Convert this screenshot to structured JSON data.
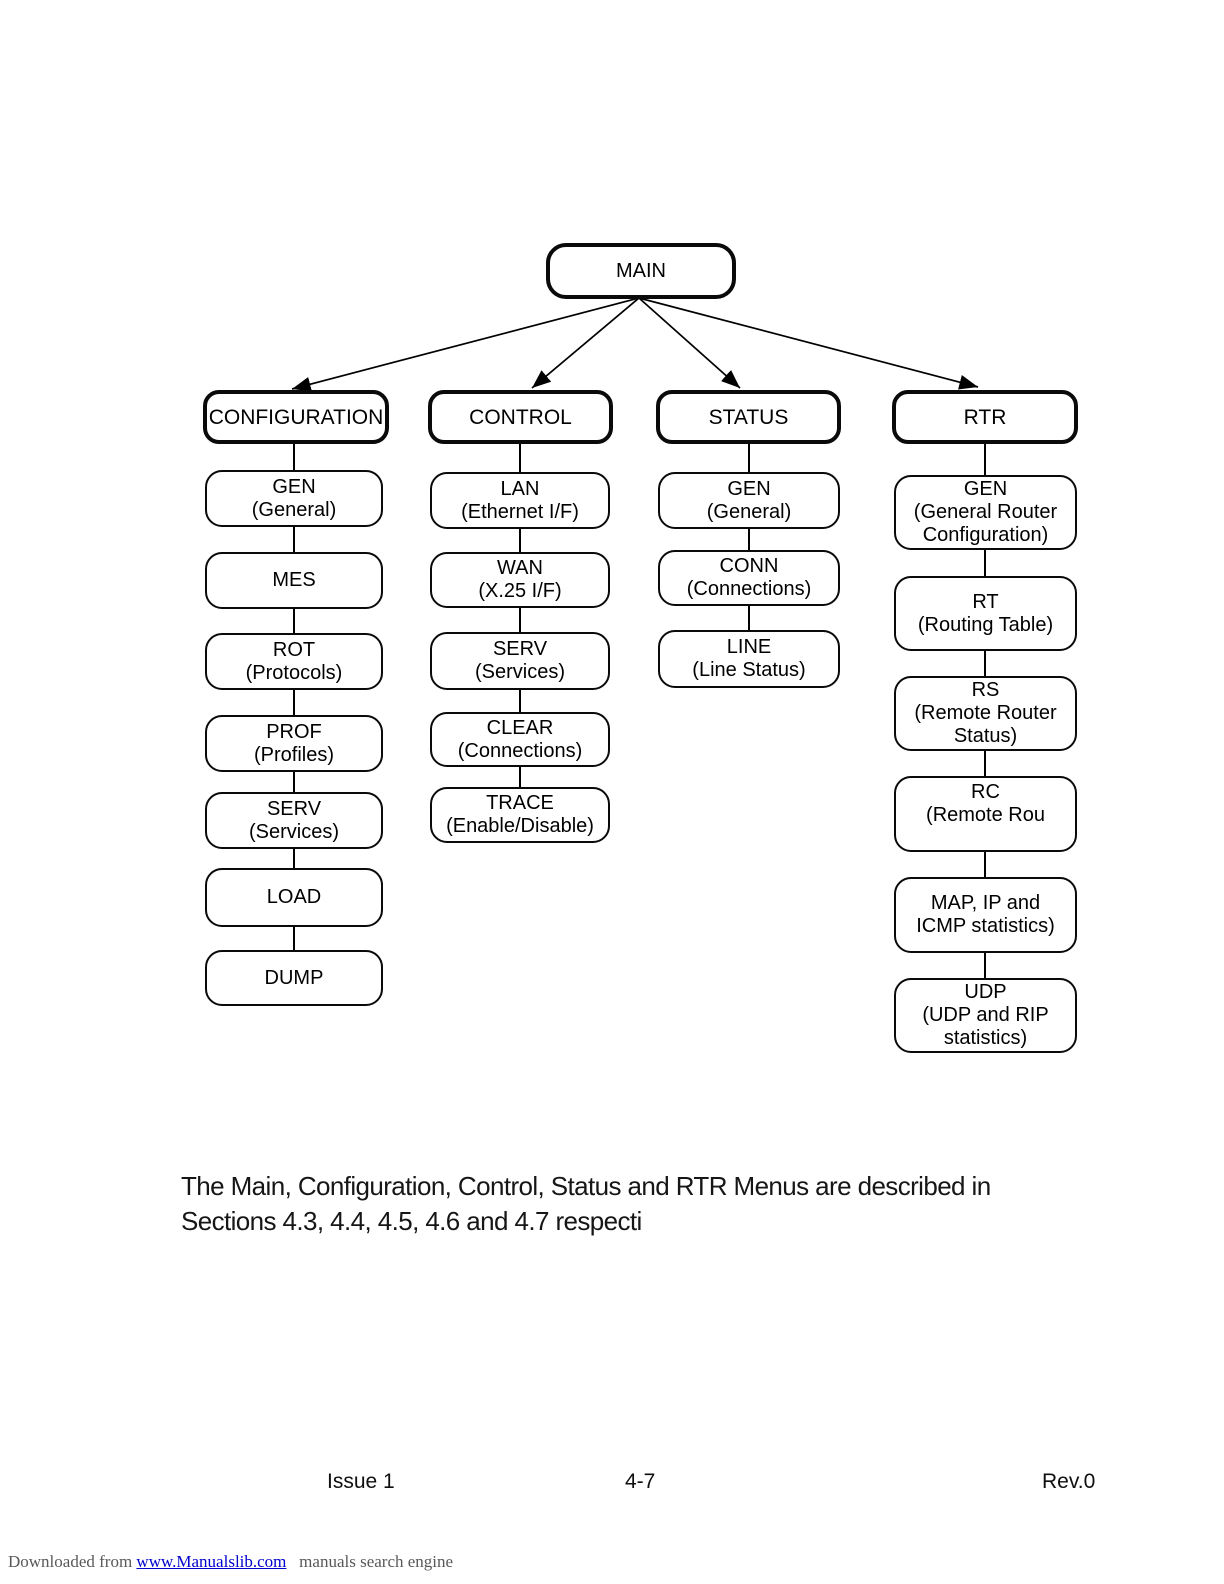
{
  "diagram": {
    "root": {
      "label": "MAIN"
    },
    "columns": [
      {
        "header": "CONFIGURATION",
        "items": [
          {
            "label": "GEN",
            "sublabel": "(General)"
          },
          {
            "label": "MES",
            "sublabel": ""
          },
          {
            "label": "ROT",
            "sublabel": "(Protocols)"
          },
          {
            "label": "PROF",
            "sublabel": "(Profiles)"
          },
          {
            "label": "SERV",
            "sublabel": "(Services)"
          },
          {
            "label": "LOAD",
            "sublabel": ""
          },
          {
            "label": "DUMP",
            "sublabel": ""
          }
        ]
      },
      {
        "header": "CONTROL",
        "items": [
          {
            "label": "LAN",
            "sublabel": "(Ethernet I/F)"
          },
          {
            "label": "WAN",
            "sublabel": "(X.25 I/F)"
          },
          {
            "label": "SERV",
            "sublabel": "(Services)"
          },
          {
            "label": "CLEAR",
            "sublabel": "(Connections)"
          },
          {
            "label": "TRACE",
            "sublabel": "(Enable/Disable)"
          }
        ]
      },
      {
        "header": "STATUS",
        "items": [
          {
            "label": "GEN",
            "sublabel": "(General)"
          },
          {
            "label": "CONN",
            "sublabel": "(Connections)"
          },
          {
            "label": "LINE",
            "sublabel": "(Line Status)"
          }
        ]
      },
      {
        "header": "RTR",
        "items": [
          {
            "label": "GEN",
            "sublabel": "(General Router\nConfiguration)"
          },
          {
            "label": "RT",
            "sublabel": "(Routing Table)"
          },
          {
            "label": "RS",
            "sublabel": "(Remote Router\nStatus)"
          },
          {
            "label": "RC",
            "sublabel": "(Remote Rou"
          },
          {
            "label": "MAP, IP and",
            "sublabel": "ICMP statistics)"
          },
          {
            "label": "UDP",
            "sublabel": "(UDP and RIP\nstatistics)"
          }
        ]
      }
    ]
  },
  "description": {
    "line1": "The Main, Configuration, Control, Status and RTR Menus are described in",
    "line2": "Sections 4.3, 4.4, 4.5, 4.6 and 4.7 respecti"
  },
  "footer": {
    "issue": "Issue 1",
    "page_number": "4-7",
    "revision": "Rev.0"
  },
  "watermark": {
    "prefix": "Downloaded from",
    "link_text": "www.Manualslib.com",
    "suffix": "manuals search engine",
    "link_color": "#0000cc",
    "text_color": "#595959"
  }
}
